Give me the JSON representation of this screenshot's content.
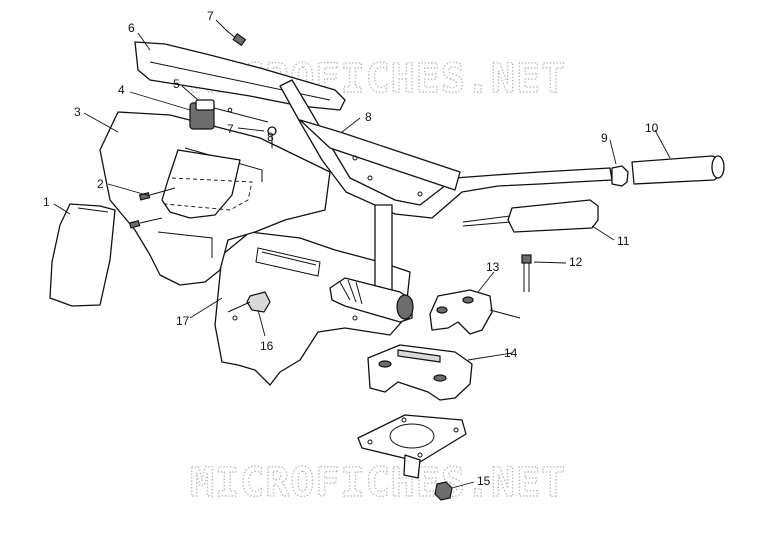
{
  "watermark": {
    "text_top": "MICROFICHES.NET",
    "text_bottom": "MICROFICHES.NET"
  },
  "callouts": [
    {
      "id": "c1",
      "label": "1"
    },
    {
      "id": "c2",
      "label": "2"
    },
    {
      "id": "c3",
      "label": "3"
    },
    {
      "id": "c4",
      "label": "4"
    },
    {
      "id": "c5",
      "label": "5"
    },
    {
      "id": "c6",
      "label": "6"
    },
    {
      "id": "c7a",
      "label": "7"
    },
    {
      "id": "c7b",
      "label": "7"
    },
    {
      "id": "c8a",
      "label": "8"
    },
    {
      "id": "c8b",
      "label": "8"
    },
    {
      "id": "c9",
      "label": "9"
    },
    {
      "id": "c10",
      "label": "10"
    },
    {
      "id": "c11",
      "label": "11"
    },
    {
      "id": "c12",
      "label": "12"
    },
    {
      "id": "c13",
      "label": "13"
    },
    {
      "id": "c14",
      "label": "14"
    },
    {
      "id": "c15",
      "label": "15"
    },
    {
      "id": "c16",
      "label": "16"
    },
    {
      "id": "c17",
      "label": "17"
    }
  ]
}
